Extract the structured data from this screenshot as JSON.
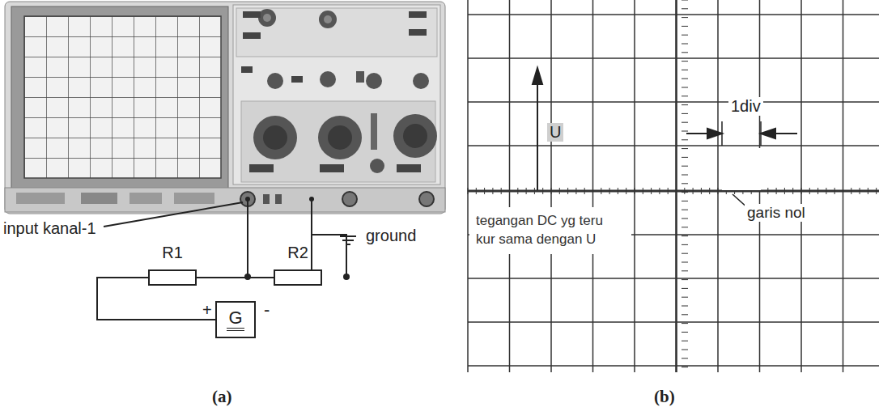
{
  "diagram": {
    "nodes": [
      {
        "text": [
          "R1"
        ]
      },
      {
        "text": [
          "R2"
        ]
      },
      {
        "text": [
          "G"
        ]
      },
      {
        "text": [
          "tegangan DC yg teru kur sama dengan U"
        ]
      }
    ],
    "edges": [
      {
        "from": 0,
        "to": 1,
        "arrow": "none"
      },
      {
        "from": 1,
        "to": 2,
        "arrow": "none"
      },
      {
        "from": 2,
        "to": 0,
        "arrow": "none"
      }
    ],
    "labels": [
      "input kanal-1",
      "ground",
      "+",
      "-",
      "U",
      "1div",
      "garis nol",
      "(a)",
      "(b)"
    ]
  }
}
